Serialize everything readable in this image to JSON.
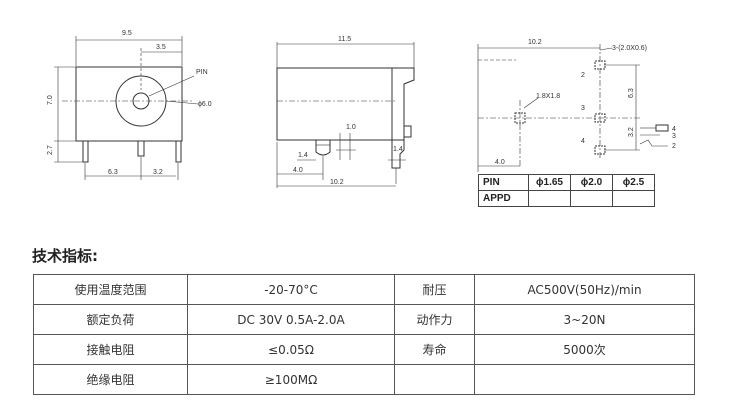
{
  "drawing_front": {
    "dim_width": "9.5",
    "dim_center": "3.5",
    "dim_height": "7.0",
    "dim_leg": "2.7",
    "dim_pin_spacing_1": "6.3",
    "dim_pin_spacing_2": "3.2",
    "label_pin": "PIN",
    "label_hole": "ϕ6.0"
  },
  "drawing_side": {
    "dim_length": "11.5",
    "dim_base": "10.2",
    "dim_1_0": "1.0",
    "dim_1_4_left": "1.4",
    "dim_1_4_right": "1.4",
    "dim_4_0": "4.0"
  },
  "drawing_pcb": {
    "dim_top": "10.2",
    "dim_slots": "3-(2.0X0.6)",
    "dim_square": "1.8X1.8",
    "dim_6_3": "6.3",
    "dim_3_2": "3.2",
    "dim_4_0": "4.0",
    "pad_labels": [
      "2",
      "3",
      "4"
    ],
    "schematic_labels": [
      "4",
      "3",
      "2"
    ]
  },
  "pin_table": {
    "row1": [
      "PIN",
      "ϕ1.65",
      "ϕ2.0",
      "ϕ2.5"
    ],
    "row2": [
      "APPD",
      "",
      "",
      ""
    ]
  },
  "section_title": "技术指标:",
  "specs": [
    [
      "使用温度范围",
      "-20-70°C",
      "耐压",
      "AC500V(50Hz)/min"
    ],
    [
      "额定负荷",
      "DC 30V 0.5A-2.0A",
      "动作力",
      "3~20N"
    ],
    [
      "接触电阻",
      "≤0.05Ω",
      "寿命",
      "5000次"
    ],
    [
      "绝缘电阻",
      "≥100MΩ",
      "",
      ""
    ]
  ]
}
